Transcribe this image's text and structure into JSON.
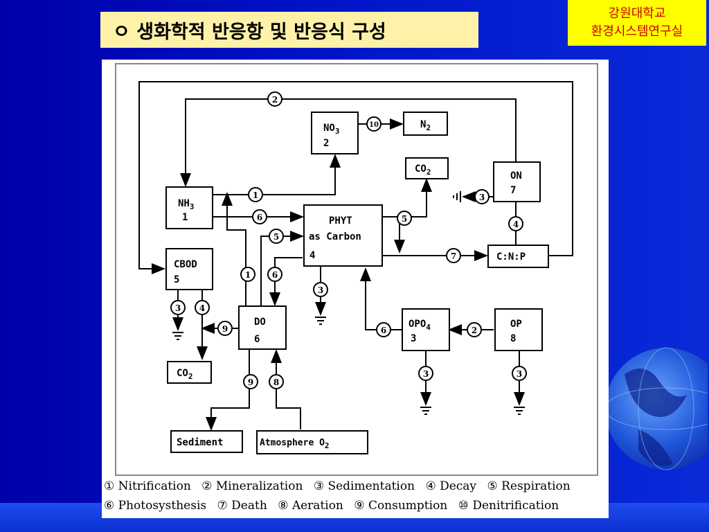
{
  "title": "ㅇ 생화학적 반응항 및 반응식 구성",
  "corner": {
    "line1": "강원대학교",
    "line2": "환경시스템연구실"
  },
  "nodes": {
    "nh3": {
      "name": "NH",
      "sub": "3",
      "num": "1"
    },
    "no3": {
      "name": "NO",
      "sub": "3",
      "num": "2"
    },
    "n2": {
      "name": "N",
      "sub": "2"
    },
    "co2_top": {
      "name": "CO",
      "sub": "2"
    },
    "on": {
      "name": "ON",
      "num": "7"
    },
    "phyt": {
      "name": "PHYT",
      "line2": "as Carbon",
      "num": "4"
    },
    "cbod": {
      "name": "CBOD",
      "num": "5"
    },
    "cnp": {
      "name": "C:N:P"
    },
    "do": {
      "name": "DO",
      "num": "6"
    },
    "opo4": {
      "name": "OPO",
      "sub": "4",
      "num": "3"
    },
    "op": {
      "name": "OP",
      "num": "8"
    },
    "co2_bot": {
      "name": "CO",
      "sub": "2"
    },
    "sediment": {
      "name": "Sediment"
    },
    "atmos": {
      "name": "Atmosphere O",
      "sub": "2"
    }
  },
  "legend": {
    "row1": [
      "① Nitrification",
      "② Mineralization",
      "③ Sedimentation",
      "④ Decay",
      "⑤ Respiration"
    ],
    "row2": [
      "⑥ Photosysthesis",
      "⑦ Death",
      "⑧ Aeration",
      "⑨ Consumption",
      "⑩ Denitrification"
    ]
  }
}
